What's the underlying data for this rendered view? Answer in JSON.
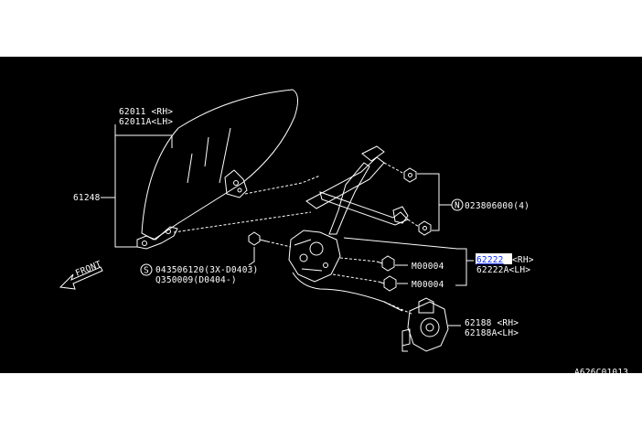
{
  "colors": {
    "background": "#000000",
    "line": "#ffffff",
    "highlight": "#0a2aff"
  },
  "labels": {
    "glass_rh": "62011 <RH>",
    "glass_lh": "62011A<LH>",
    "bracket": "61248",
    "front": "FRONT",
    "screw_s1": "043506120(3X-D0403)",
    "screw_s2": "Q350009(D0404-)",
    "screw_s_marker": "S",
    "nut_marker": "N",
    "nut_code": "023806000(4)",
    "bolt_1": "M00004",
    "bolt_2": "M00004",
    "regulator_rh_code": "62222",
    "regulator_rh_suffix": " <RH>",
    "regulator_lh": "62222A<LH>",
    "motor_rh": "62188 <RH>",
    "motor_lh": "62188A<LH>",
    "drawing_id": "A626C01013"
  }
}
